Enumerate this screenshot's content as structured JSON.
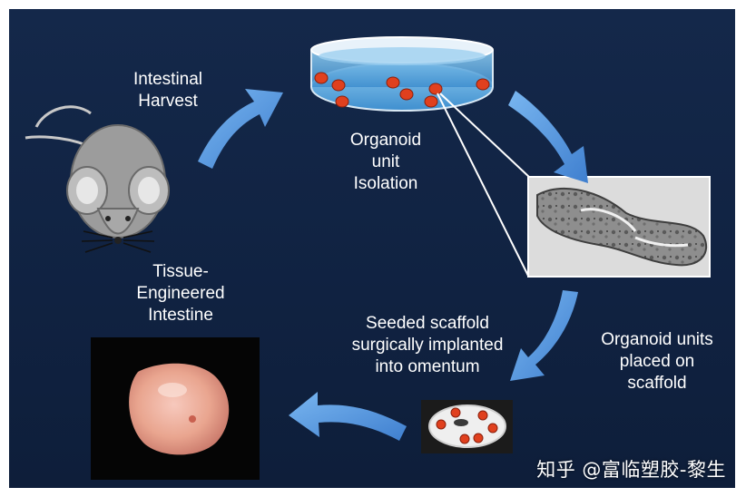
{
  "labels": {
    "harvest": [
      "Intestinal",
      "Harvest"
    ],
    "isolation": [
      "Organoid",
      "unit",
      "Isolation"
    ],
    "tissue": [
      "Tissue-",
      "Engineered",
      "Intestine"
    ],
    "seeded": [
      "Seeded scaffold",
      "surgically implanted",
      "into omentum"
    ],
    "placed": [
      "Organoid units",
      "placed on",
      "scaffold"
    ]
  },
  "watermark": "知乎 @富临塑胶-黎生",
  "colors": {
    "background": "#12264a",
    "arrow": "#5b9be0",
    "organoid": "#e0401e",
    "dish_liquid": "#6cb4e6",
    "mouse": "#9a9a9a"
  }
}
